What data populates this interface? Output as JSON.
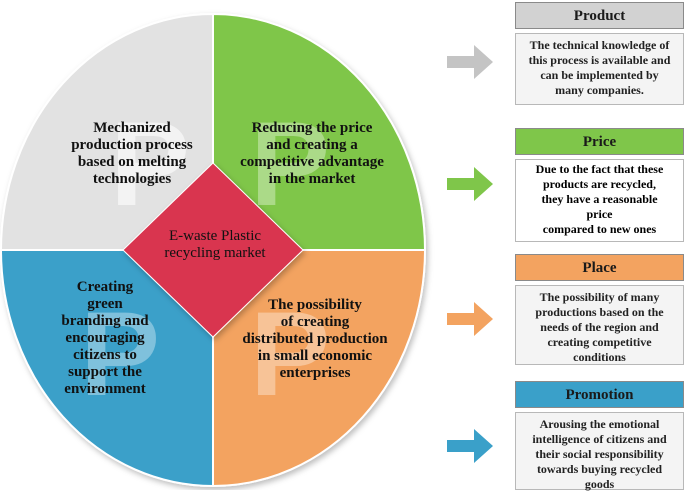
{
  "center": {
    "text": "E-waste Plastic\nrecycling market"
  },
  "quadrants": [
    {
      "id": "product",
      "letter": "P",
      "color": "#e2e2e2",
      "text": "Mechanized\nproduction process\nbased on melting\ntechnologies"
    },
    {
      "id": "price",
      "letter": "P",
      "color": "#7fc64a",
      "text": "Reducing the price\nand creating a\ncompetitive advantage\nin the market"
    },
    {
      "id": "promotion",
      "letter": "P",
      "color": "#3aa0c9",
      "text": "Creating\ngreen\nbranding and\nencouraging\ncitizens to\nsupport the\nenvironment"
    },
    {
      "id": "place",
      "letter": "P",
      "color": "#f3a360",
      "text": "The possibility\nof creating\ndistributed production\nin small economic\nenterprises"
    }
  ],
  "center_color": "#d9354f",
  "boxes": [
    {
      "id": "product",
      "title": "Product",
      "header_color": "#d2d2d2",
      "arrow_color": "#c4c4c4",
      "body": "The technical knowledge of\nthis process is available and\ncan be implemented by\nmany companies."
    },
    {
      "id": "price",
      "title": "Price",
      "header_color": "#7fc64a",
      "arrow_color": "#7fc64a",
      "body": "Due to the fact that these\nproducts are recycled,\nthey have a reasonable\nprice\ncompared to new ones"
    },
    {
      "id": "place",
      "title": "Place",
      "header_color": "#f3a360",
      "arrow_color": "#f3a360",
      "body": "The possibility of many\nproductions based on the\nneeds of the region and\ncreating competitive\nconditions"
    },
    {
      "id": "promotion",
      "title": "Promotion",
      "header_color": "#3aa0c9",
      "arrow_color": "#3aa0c9",
      "body": "Arousing the emotional\nintelligence of citizens and\ntheir social responsibility\ntowards buying recycled\ngoods"
    }
  ]
}
